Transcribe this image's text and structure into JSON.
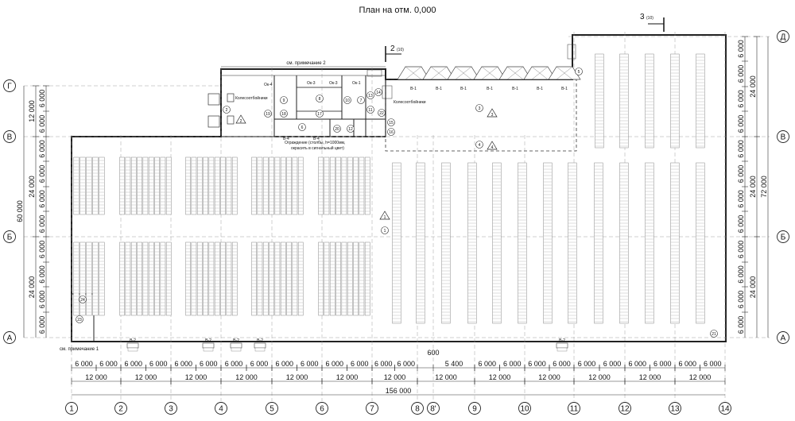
{
  "title": "План на отм. 0,000",
  "section_mark": {
    "number": "2",
    "ref": "(10)"
  },
  "section_mark2": {
    "number": "3",
    "ref": "(10)"
  },
  "notes": {
    "note2": "см. примечание 2",
    "note1": "см. примечание 1",
    "wheel_left": "Колесоотбойники",
    "wheel_right": "Колесоотбойники",
    "fence_line1": "Ограждение (столбы, h=1000мм,",
    "fence_line2": "окрасить в сигнальный цвет)"
  },
  "axes_letters_left": [
    "Г",
    "В",
    "Б",
    "А"
  ],
  "axes_letters_right": [
    "Д",
    "В",
    "Б",
    "А"
  ],
  "axes_numbers": [
    "1",
    "2",
    "3",
    "4",
    "5",
    "6",
    "7",
    "8",
    "8'",
    "9",
    "10",
    "11",
    "12",
    "13",
    "14"
  ],
  "dims_left_inner": [
    "6 000",
    "6 000",
    "6 000",
    "6 000",
    "6 000",
    "6 000",
    "6 000",
    "6 000",
    "6 000",
    "6 000"
  ],
  "dims_left_mid": [
    "12 000",
    "24 000",
    "24 000"
  ],
  "dims_left_total": "60 000",
  "dims_right_inner": [
    "6 000",
    "6 000",
    "6 000",
    "6 000",
    "6 000",
    "6 000",
    "6 000",
    "6 000",
    "6 000",
    "6 000",
    "6 000",
    "6 000"
  ],
  "dims_right_mid": [
    "24 000",
    "24 000",
    "24 000"
  ],
  "dims_right_total": "72 000",
  "dims_bottom_row1": [
    "6 000",
    "6 000",
    "6 000",
    "6 000",
    "6 000",
    "6 000",
    "6 000",
    "6 000",
    "6 000",
    "6 000",
    "6 000",
    "6 000",
    "6 000",
    "6 000",
    "5 400",
    "6 000",
    "6 000",
    "6 000",
    "6 000",
    "6 000",
    "6 000",
    "6 000",
    "6 000",
    "6 000",
    "6 000",
    "6 000"
  ],
  "dims_bottom_row2": [
    "12 000",
    "12 000",
    "12 000",
    "12 000",
    "12 000",
    "12 000",
    "12 000",
    "12 000",
    "12 000",
    "12 000",
    "12 000",
    "12 000",
    "12 000"
  ],
  "dims_bottom_total": "156 000",
  "dim_600": "600",
  "room_numbers": [
    "1",
    "2",
    "3",
    "4",
    "5",
    "6",
    "7",
    "8",
    "9",
    "10",
    "11",
    "12",
    "13",
    "14",
    "15",
    "16",
    "17",
    "18",
    "19",
    "20",
    "21",
    "22",
    "23",
    "24"
  ],
  "gates_top": [
    "В-1",
    "В-1",
    "В-1",
    "В-1",
    "В-1",
    "В-1",
    "В-1"
  ],
  "gates_bottom": [
    "В-2",
    "В-2",
    "В-2",
    "В-2",
    "В-2"
  ],
  "windows": [
    "Ок-4",
    "Ок-3",
    "Ок-3",
    "Ок-1"
  ],
  "doors": [
    "В-4",
    "В-4"
  ],
  "warning_marks": [
    "1",
    "2",
    "3",
    "4"
  ]
}
